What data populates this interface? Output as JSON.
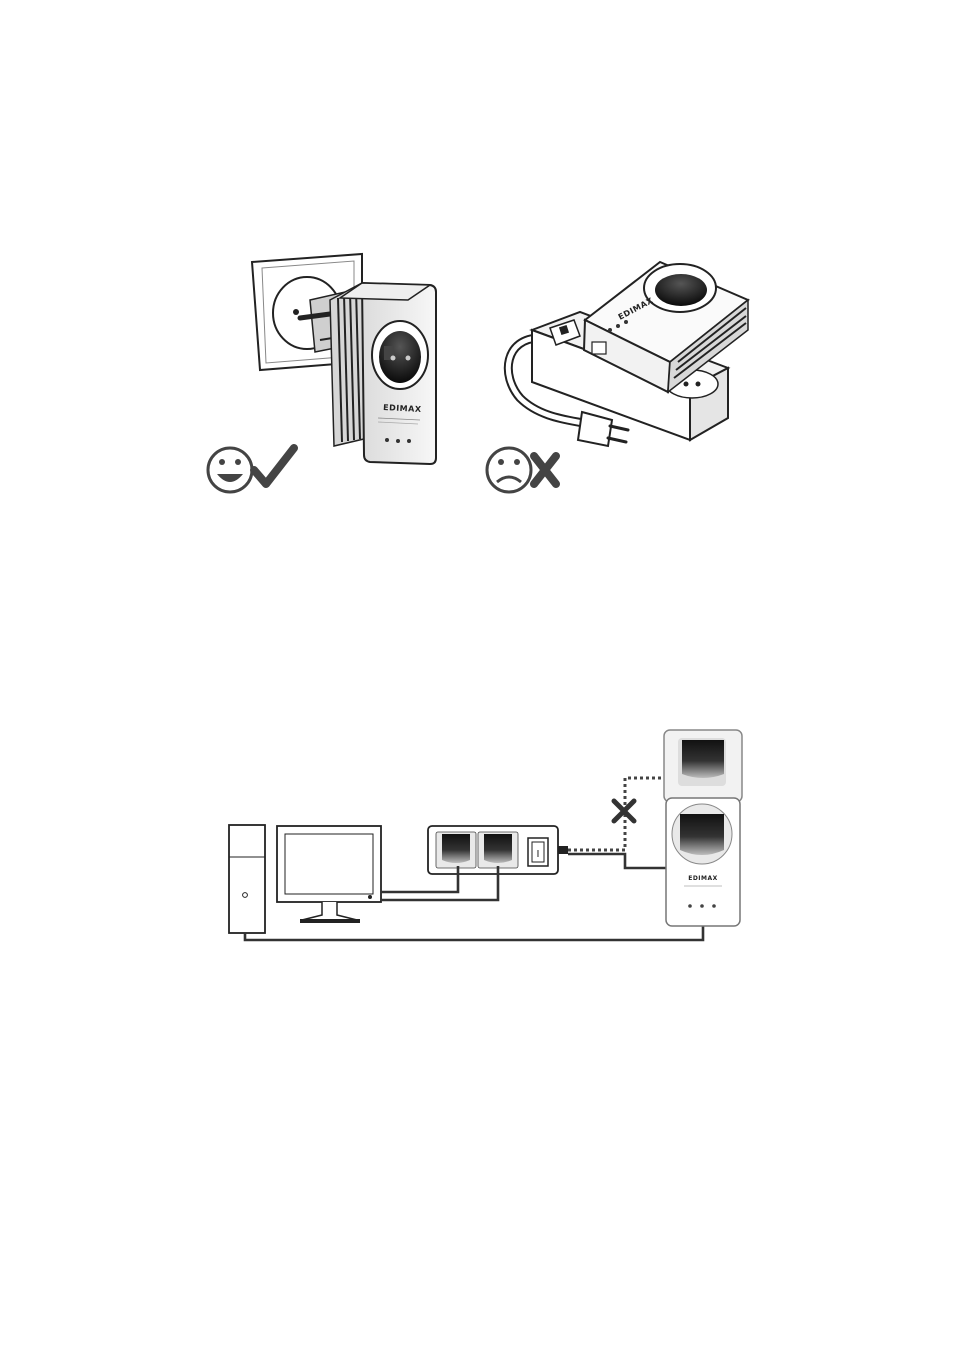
{
  "figure_top": {
    "correct_setup": {
      "adapter_brand": "EDIMAX",
      "verdict": "correct"
    },
    "incorrect_setup": {
      "adapter_brand": "EDIMAX",
      "verdict": "incorrect"
    }
  },
  "figure_bottom": {
    "adapter_upper": {
      "name": "wall outlet adapter"
    },
    "adapter_lower": {
      "brand": "EDIMAX"
    },
    "power_strip": {
      "sockets": 2,
      "switch_symbol": "I"
    },
    "link_status": "not recommended"
  },
  "colors": {
    "line": "#222222",
    "fill_dark": "#1a1a1a",
    "device_grey": "#e6e6e6",
    "outline_grey": "#8a8a8a"
  },
  "icons": [
    "smiley-happy-icon",
    "check-icon",
    "smiley-sad-icon",
    "cross-icon",
    "cross-mark-icon"
  ]
}
